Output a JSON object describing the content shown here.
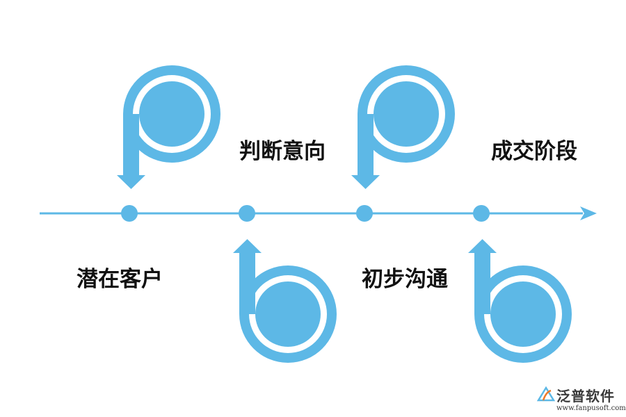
{
  "colors": {
    "accent": "#5db8e6",
    "text": "#111111",
    "logo_orange": "#ee7a2a"
  },
  "stages": [
    {
      "label": "潜在客户",
      "marker": "down-arrow-loop",
      "side": "above-marker-label-below"
    },
    {
      "label": "判断意向",
      "marker": "up-arrow-loop",
      "side": "below-marker-label-above"
    },
    {
      "label": "初步沟通",
      "marker": "down-arrow-loop",
      "side": "above-marker-label-below"
    },
    {
      "label": "成交阶段",
      "marker": "up-arrow-loop",
      "side": "below-marker-label-above"
    }
  ],
  "brand": {
    "name": "泛普软件",
    "url": "www.fanpusoft.com"
  }
}
